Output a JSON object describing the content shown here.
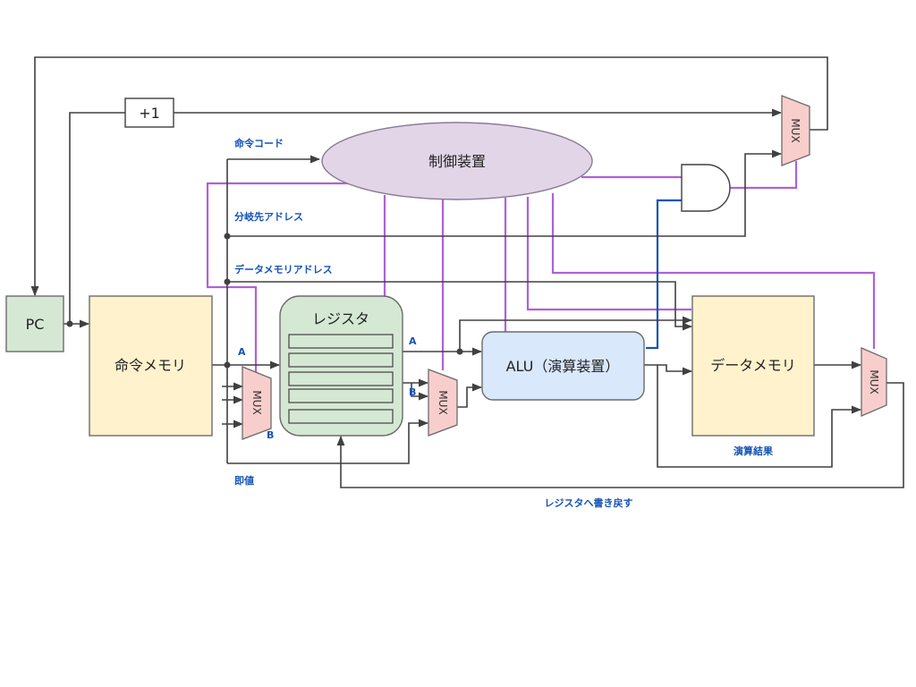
{
  "blocks": {
    "pc": "PC",
    "plus_one": "+1",
    "instruction_memory": "命令メモリ",
    "registers": "レジスタ",
    "alu": "ALU（演算装置）",
    "data_memory": "データメモリ",
    "control_unit": "制御装置",
    "mux": "MUX"
  },
  "signals": {
    "opcode": "命令コード",
    "branch_address": "分岐先アドレス",
    "data_memory_address": "データメモリアドレス",
    "immediate": "即値",
    "operation_result": "演算結果",
    "write_back": "レジスタへ書き戻す",
    "port_a": "A",
    "port_b": "B"
  },
  "colors": {
    "pc_fill": "#d5e8d4",
    "memory_fill": "#fff2cc",
    "register_fill": "#d5e8d4",
    "alu_fill": "#dae8fc",
    "control_fill": "#e1d5e7",
    "mux_fill": "#f8cecc",
    "control_wire": "#b061d8",
    "branch_wire": "#1553b5",
    "label_text": "#1553b5"
  }
}
